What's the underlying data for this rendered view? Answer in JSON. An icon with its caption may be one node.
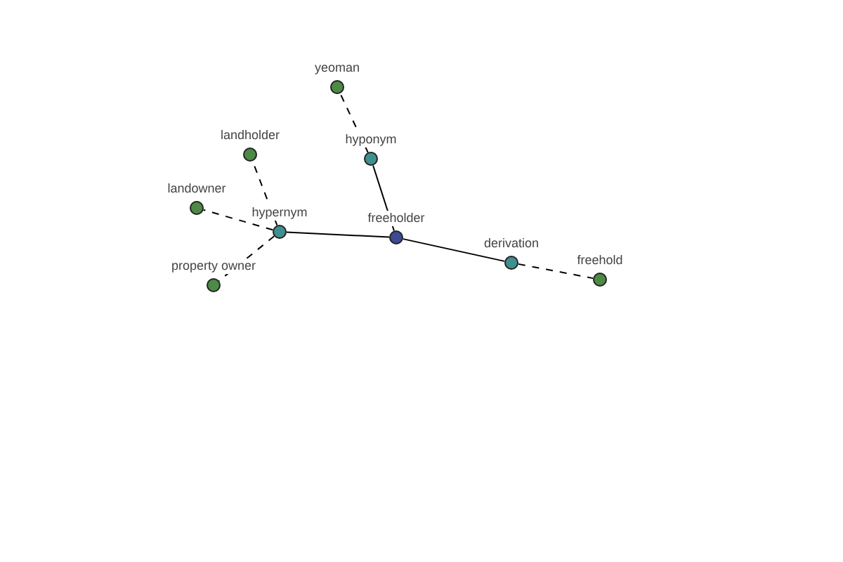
{
  "diagram": {
    "nodes": [
      {
        "text": [
          "freeholder"
        ]
      },
      {
        "text": [
          "hypernym"
        ]
      },
      {
        "text": [
          "hyponym"
        ]
      },
      {
        "text": [
          "derivation"
        ]
      },
      {
        "text": [
          "yeoman"
        ]
      },
      {
        "text": [
          "landholder"
        ]
      },
      {
        "text": [
          "landowner"
        ]
      },
      {
        "text": [
          "property owner"
        ]
      },
      {
        "text": [
          "freehold"
        ]
      }
    ],
    "edges": [
      {
        "from": 0,
        "to": 1,
        "arrow": "none"
      },
      {
        "from": 0,
        "to": 2,
        "arrow": "none"
      },
      {
        "from": 0,
        "to": 3,
        "arrow": "none"
      },
      {
        "from": 1,
        "to": 5,
        "arrow": "none",
        "style": "dashed"
      },
      {
        "from": 1,
        "to": 6,
        "arrow": "none",
        "style": "dashed"
      },
      {
        "from": 1,
        "to": 7,
        "arrow": "none",
        "style": "dashed"
      },
      {
        "from": 2,
        "to": 4,
        "arrow": "none",
        "style": "dashed"
      },
      {
        "from": 3,
        "to": 8,
        "arrow": "none",
        "style": "dashed"
      }
    ]
  }
}
